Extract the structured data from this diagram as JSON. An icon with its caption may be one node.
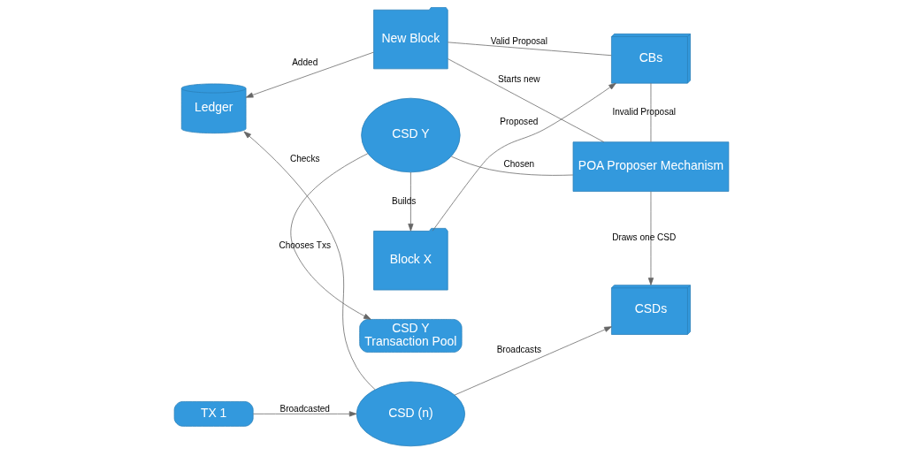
{
  "diagram": {
    "nodes": [
      {
        "text": [
          "TX 1"
        ]
      },
      {
        "text": [
          "CSD (n)"
        ]
      },
      {
        "text": [
          "CSDs"
        ]
      },
      {
        "text": [
          "CSD Y",
          "Transaction Pool"
        ]
      },
      {
        "text": [
          "Ledger"
        ]
      },
      {
        "text": [
          "New Block"
        ]
      },
      {
        "text": [
          "POA Proposer Mechanism"
        ]
      },
      {
        "text": [
          "CSD Y"
        ]
      },
      {
        "text": [
          "CBs"
        ]
      },
      {
        "text": [
          "Block X"
        ]
      }
    ],
    "edges": [
      {
        "from": 0,
        "to": 1,
        "arrow": "to",
        "label": "Broadcasted"
      },
      {
        "from": 1,
        "to": 2,
        "arrow": "to",
        "label": "Broadcasts"
      },
      {
        "from": 1,
        "to": 4,
        "arrow": "to",
        "label": "Checks"
      },
      {
        "from": 5,
        "to": 4,
        "arrow": "to",
        "label": "Added"
      },
      {
        "from": 6,
        "to": 5,
        "arrow": "none",
        "label": "Starts new"
      },
      {
        "from": 6,
        "to": 2,
        "arrow": "to",
        "label": "Draws one CSD"
      },
      {
        "from": 7,
        "to": 6,
        "arrow": "none",
        "label": "Chosen"
      },
      {
        "from": 7,
        "to": 3,
        "arrow": "to",
        "label": "Chooses Txs"
      },
      {
        "from": 7,
        "to": 9,
        "arrow": "to",
        "label": "Builds"
      },
      {
        "from": 9,
        "to": 8,
        "arrow": "to",
        "label": "Proposed"
      },
      {
        "from": 8,
        "to": 5,
        "arrow": "none",
        "label": "Valid Proposal"
      },
      {
        "from": 8,
        "to": 6,
        "arrow": "none",
        "label": "Invalid Proposal"
      }
    ]
  }
}
